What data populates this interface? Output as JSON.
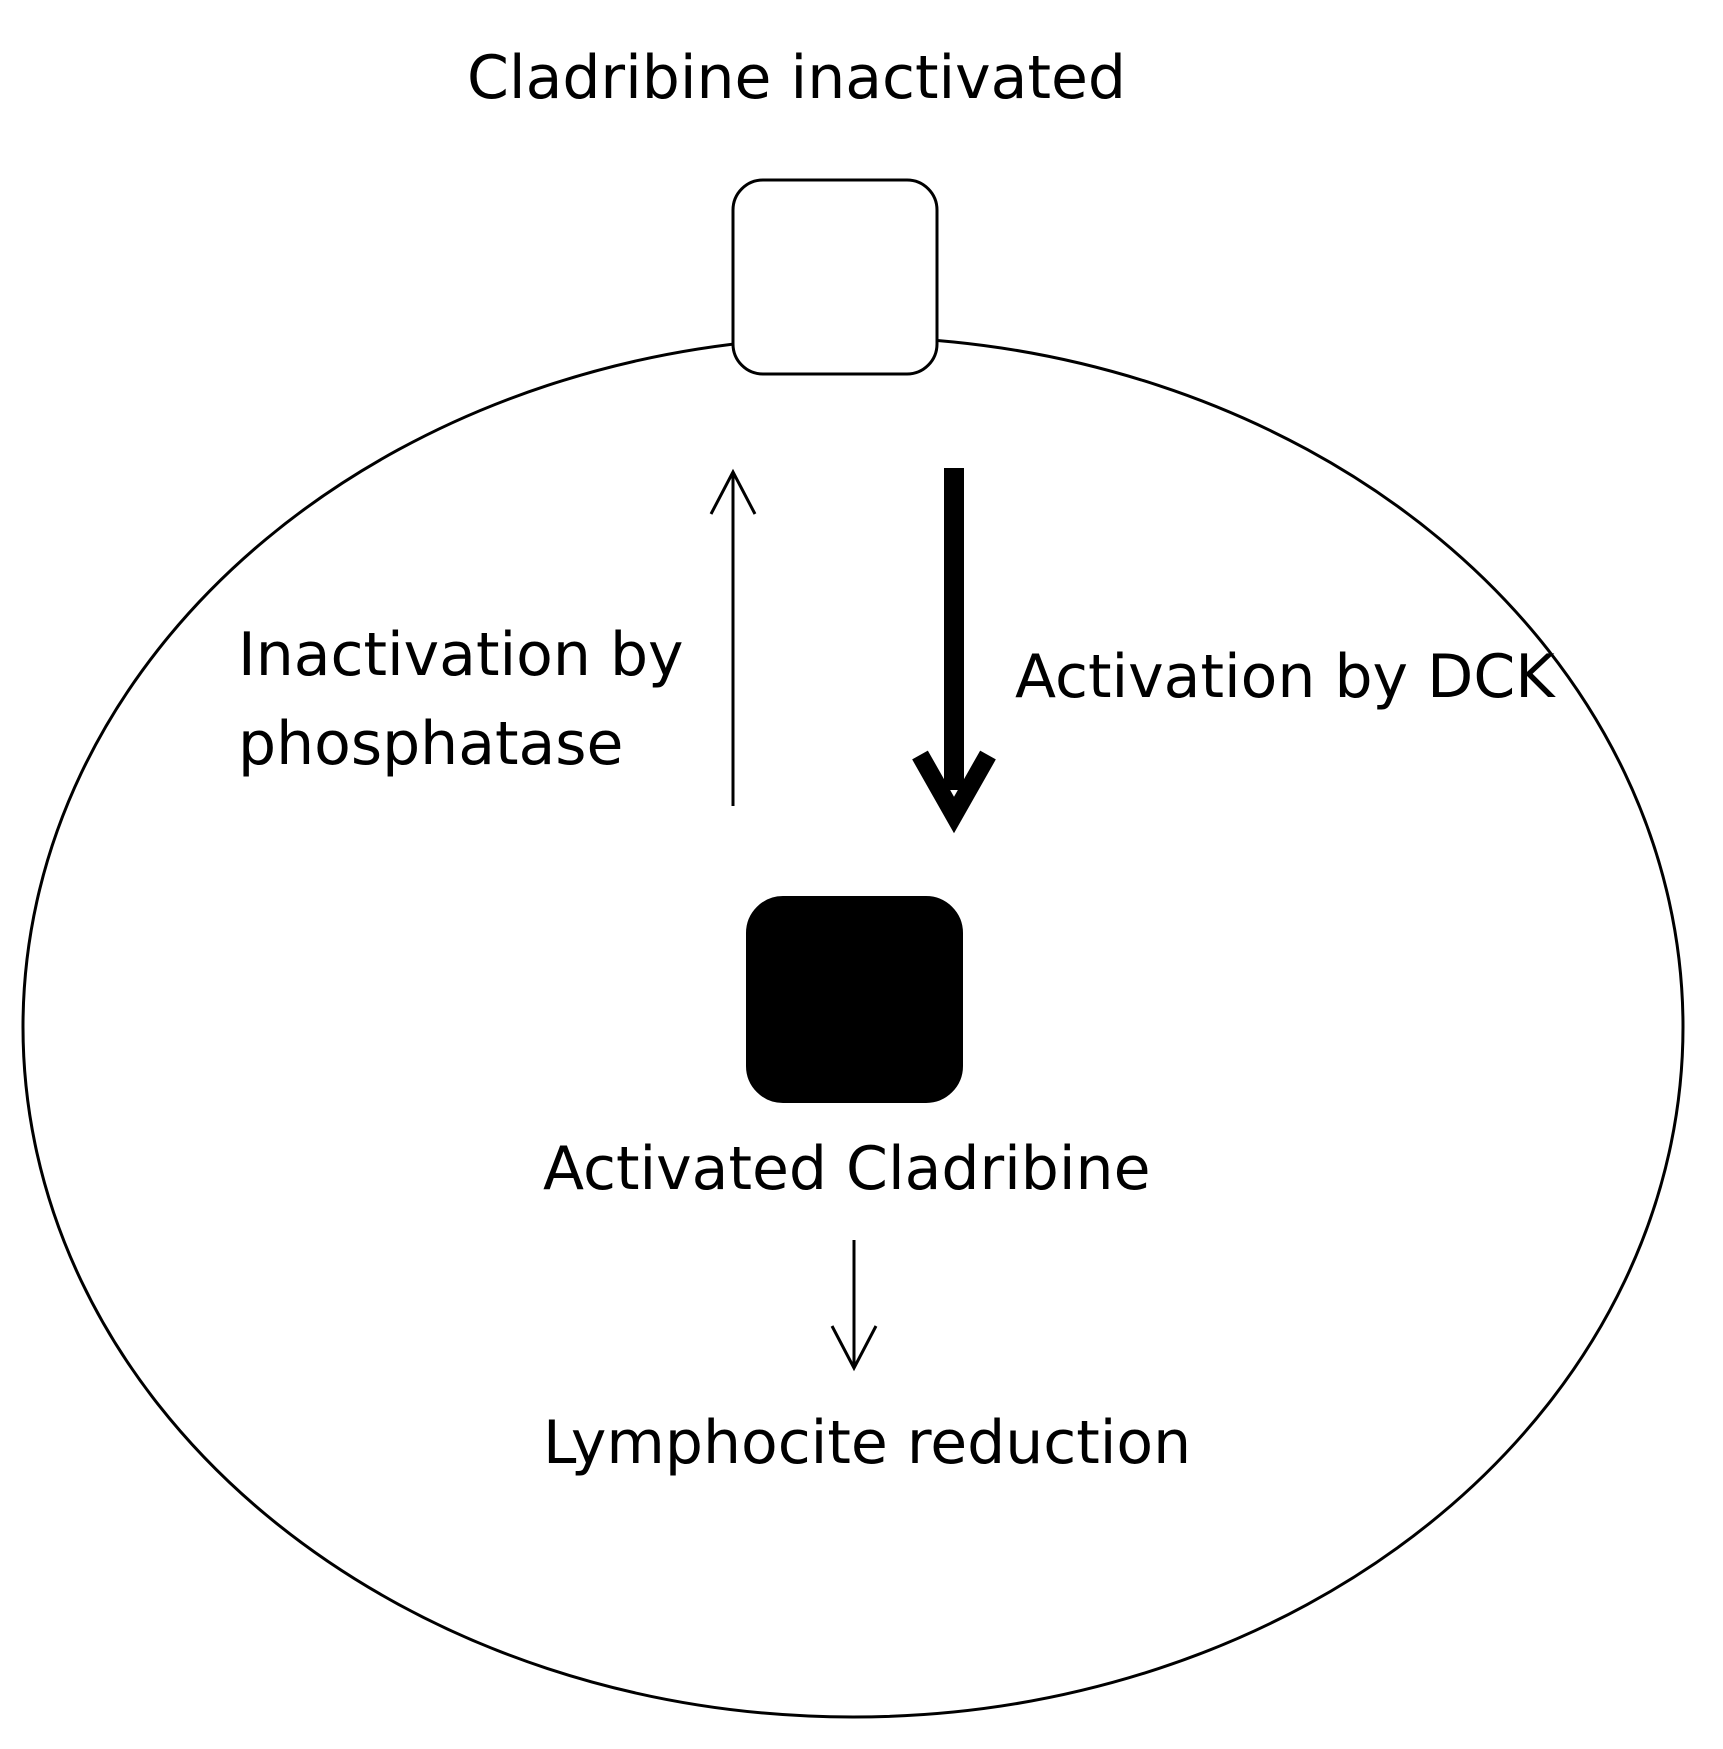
{
  "labels": {
    "top": "Cladribine inactivated",
    "inactivation_line1": "Inactivation by",
    "inactivation_line2": "phosphatase",
    "activation": "Activation by DCK",
    "activated": "Activated Cladribine",
    "outcome": "Lymphocite reduction"
  },
  "colors": {
    "stroke": "#000000",
    "background": "#ffffff",
    "activated_fill": "#000000",
    "inactive_fill": "#ffffff"
  }
}
